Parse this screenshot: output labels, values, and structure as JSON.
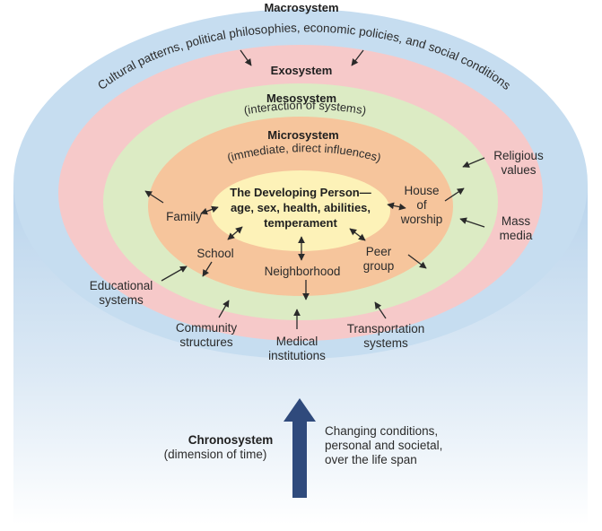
{
  "layers": {
    "macro": {
      "title": "Macrosystem",
      "desc": "Cultural patterns, political philosophies, economic policies, and social conditions"
    },
    "exo": {
      "title": "Exosystem"
    },
    "meso": {
      "title": "Mesosystem",
      "desc": "(interaction of systems)"
    },
    "micro": {
      "title": "Microsystem",
      "desc": "(immediate, direct influences)"
    },
    "core": {
      "line1": "The Developing Person—",
      "line2": "age, sex, health, abilities,",
      "line3": "temperament"
    }
  },
  "micro_items": {
    "family": "Family",
    "school": "School",
    "neighborhood": "Neighborhood",
    "peer": [
      "Peer",
      "group"
    ],
    "worship": [
      "House",
      "of",
      "worship"
    ]
  },
  "exo_items": {
    "religious": [
      "Religious",
      "values"
    ],
    "mass_media": [
      "Mass",
      "media"
    ],
    "educational": [
      "Educational",
      "systems"
    ],
    "community": [
      "Community",
      "structures"
    ],
    "medical": [
      "Medical",
      "institutions"
    ],
    "transportation": [
      "Transportation",
      "systems"
    ]
  },
  "chrono": {
    "title": "Chronosystem",
    "subtitle": "(dimension of time)",
    "desc": [
      "Changing conditions,",
      "personal and societal,",
      "over the life span"
    ]
  },
  "colors": {
    "macro": "#c6ddf0",
    "exo": "#f6c9c9",
    "meso": "#dcebc4",
    "micro": "#f6c59c",
    "core": "#fdf2b8",
    "chrono_arrow": "#2f4a7c"
  }
}
